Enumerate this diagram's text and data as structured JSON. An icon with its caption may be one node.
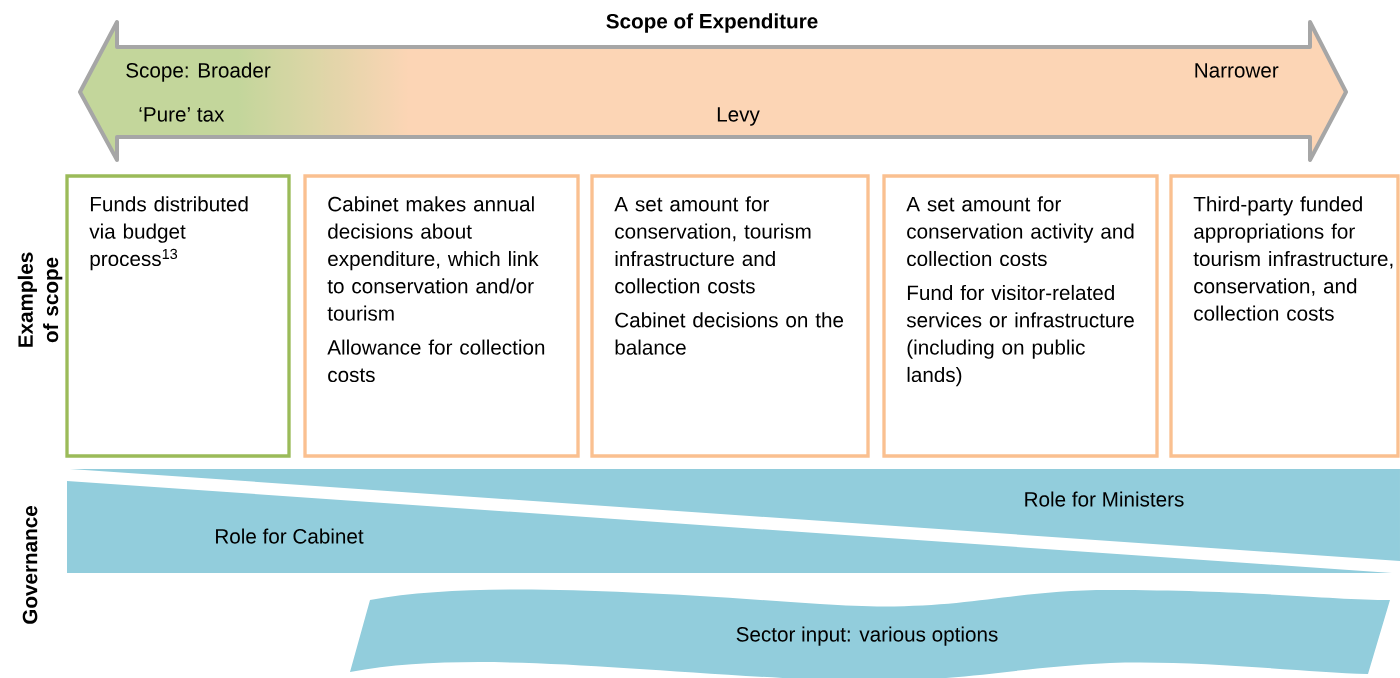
{
  "diagram": {
    "title": "Scope of Expenditure",
    "nodes": [
      {
        "text": [
          "Scope: Broader",
          "Narrower",
          "‘Pure’ tax",
          "Levy"
        ]
      },
      {
        "text": [
          "Funds distributed via budget process$^{13}$"
        ]
      },
      {
        "text": [
          "Cabinet makes annual decisions about expenditure, which link to conservation and/or tourism",
          "Allowance for collection costs"
        ]
      },
      {
        "text": [
          "A set amount for conservation, tourism infrastructure and collection costs",
          "Cabinet decisions on the balance"
        ]
      },
      {
        "text": [
          "A set amount for conservation activity and collection costs",
          "Fund for visitor-related services or infrastructure (including on public lands)"
        ]
      },
      {
        "text": [
          "Third-party funded appropriations for tourism infrastructure, conservation, and collection costs"
        ]
      },
      {
        "text": [
          "Role for Ministers"
        ]
      },
      {
        "text": [
          "Role for Cabinet"
        ]
      },
      {
        "text": [
          "Sector input: various options"
        ]
      }
    ],
    "labels": [
      "Examples of scope",
      "Governance"
    ]
  }
}
